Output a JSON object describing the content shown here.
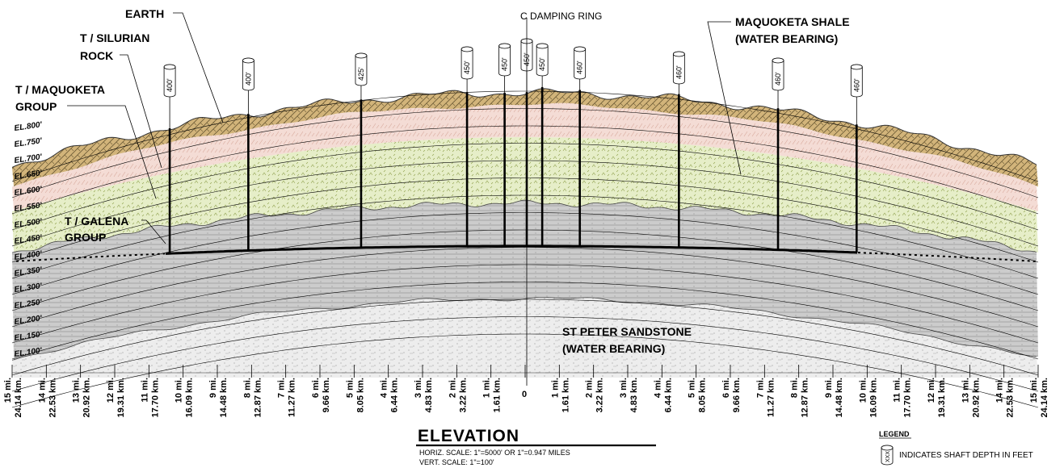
{
  "title": "ELEVATION",
  "scale_horiz": "HORIZ. SCALE: 1\"=5000' OR 1\"=0.947 MILES",
  "scale_vert": "VERT. SCALE: 1\"=100'",
  "legend": {
    "heading": "LEGEND",
    "symbol_text": "XXX",
    "text": "INDICATES SHAFT DEPTH IN FEET"
  },
  "labels": {
    "damping": "C DAMPING RING",
    "earth": "EARTH",
    "silurian_1": "T / SILURIAN",
    "silurian_2": "ROCK",
    "maqgroup_1": "T / MAQUOKETA",
    "maqgroup_2": "GROUP",
    "galena_1": "T / GALENA",
    "galena_2": "GROUP",
    "maqshale_1": "MAQUOKETA SHALE",
    "maqshale_2": "(WATER BEARING)",
    "stpeter_1": "ST PETER SANDSTONE",
    "stpeter_2": "(WATER BEARING)"
  },
  "elevations": [
    "EL.800'",
    "EL.750'",
    "EL.700'",
    "EL.650'",
    "EL.600'",
    "EL.550'",
    "EL.500'",
    "EL.450'",
    "EL.400'",
    "EL.350'",
    "EL.300'",
    "EL.250'",
    "EL.200'",
    "EL.150'",
    "EL.100'"
  ],
  "shafts": [
    {
      "depth": "400'",
      "mi": -10.4
    },
    {
      "depth": "400'",
      "mi": -8.1
    },
    {
      "depth": "425'",
      "mi": -4.8
    },
    {
      "depth": "450'",
      "mi": -1.7
    },
    {
      "depth": "450'",
      "mi": -0.6
    },
    {
      "depth": "450'",
      "mi": 0
    },
    {
      "depth": "450'",
      "mi": 0.5
    },
    {
      "depth": "460'",
      "mi": 1.6
    },
    {
      "depth": "460'",
      "mi": 4.5
    },
    {
      "depth": "460'",
      "mi": 7.4
    },
    {
      "depth": "460'",
      "mi": 9.7
    }
  ],
  "axis_ticks": [
    {
      "mi": "15 mi.",
      "km": "24.14 km."
    },
    {
      "mi": "14 mi.",
      "km": "22.53 km."
    },
    {
      "mi": "13 mi.",
      "km": "20.92 km."
    },
    {
      "mi": "12 mi.",
      "km": "19.31 km."
    },
    {
      "mi": "11 mi.",
      "km": "17.70 km."
    },
    {
      "mi": "10 mi.",
      "km": "16.09 km."
    },
    {
      "mi": "9 mi.",
      "km": "14.48 km."
    },
    {
      "mi": "8 mi.",
      "km": "12.87 km."
    },
    {
      "mi": "7 mi.",
      "km": "11.27 km."
    },
    {
      "mi": "6 mi.",
      "km": "9.66 km."
    },
    {
      "mi": "5 mi.",
      "km": "8.05 km."
    },
    {
      "mi": "4 mi.",
      "km": "6.44 km."
    },
    {
      "mi": "3 mi.",
      "km": "4.83 km."
    },
    {
      "mi": "2 mi.",
      "km": "3.22 km."
    },
    {
      "mi": "1 mi.",
      "km": "1.61 km."
    },
    {
      "mi": "0",
      "km": ""
    },
    {
      "mi": "1 mi.",
      "km": "1.61 km."
    },
    {
      "mi": "2 mi.",
      "km": "3.22 km."
    },
    {
      "mi": "3 mi.",
      "km": "4.83 km."
    },
    {
      "mi": "4 mi.",
      "km": "6.44 km."
    },
    {
      "mi": "5 mi.",
      "km": "8.05 km."
    },
    {
      "mi": "6 mi.",
      "km": "9.66 km."
    },
    {
      "mi": "7 mi.",
      "km": "11.27 km."
    },
    {
      "mi": "8 mi.",
      "km": "12.87 km."
    },
    {
      "mi": "9 mi.",
      "km": "14.48 km."
    },
    {
      "mi": "10 mi.",
      "km": "16.09 km."
    },
    {
      "mi": "11 mi.",
      "km": "17.70 km."
    },
    {
      "mi": "12 mi.",
      "km": "19.31 km."
    },
    {
      "mi": "13 mi.",
      "km": "20.92 km."
    },
    {
      "mi": "14 mi.",
      "km": "22.53 km."
    },
    {
      "mi": "15 mi.",
      "km": "24.14 km."
    }
  ],
  "colors": {
    "earth": "#c8a96b",
    "silurian": "#f2d6cf",
    "maquoketa": "#e4ecc4",
    "galena": "#c9c9c9",
    "stpeter": "#ebebeb"
  }
}
